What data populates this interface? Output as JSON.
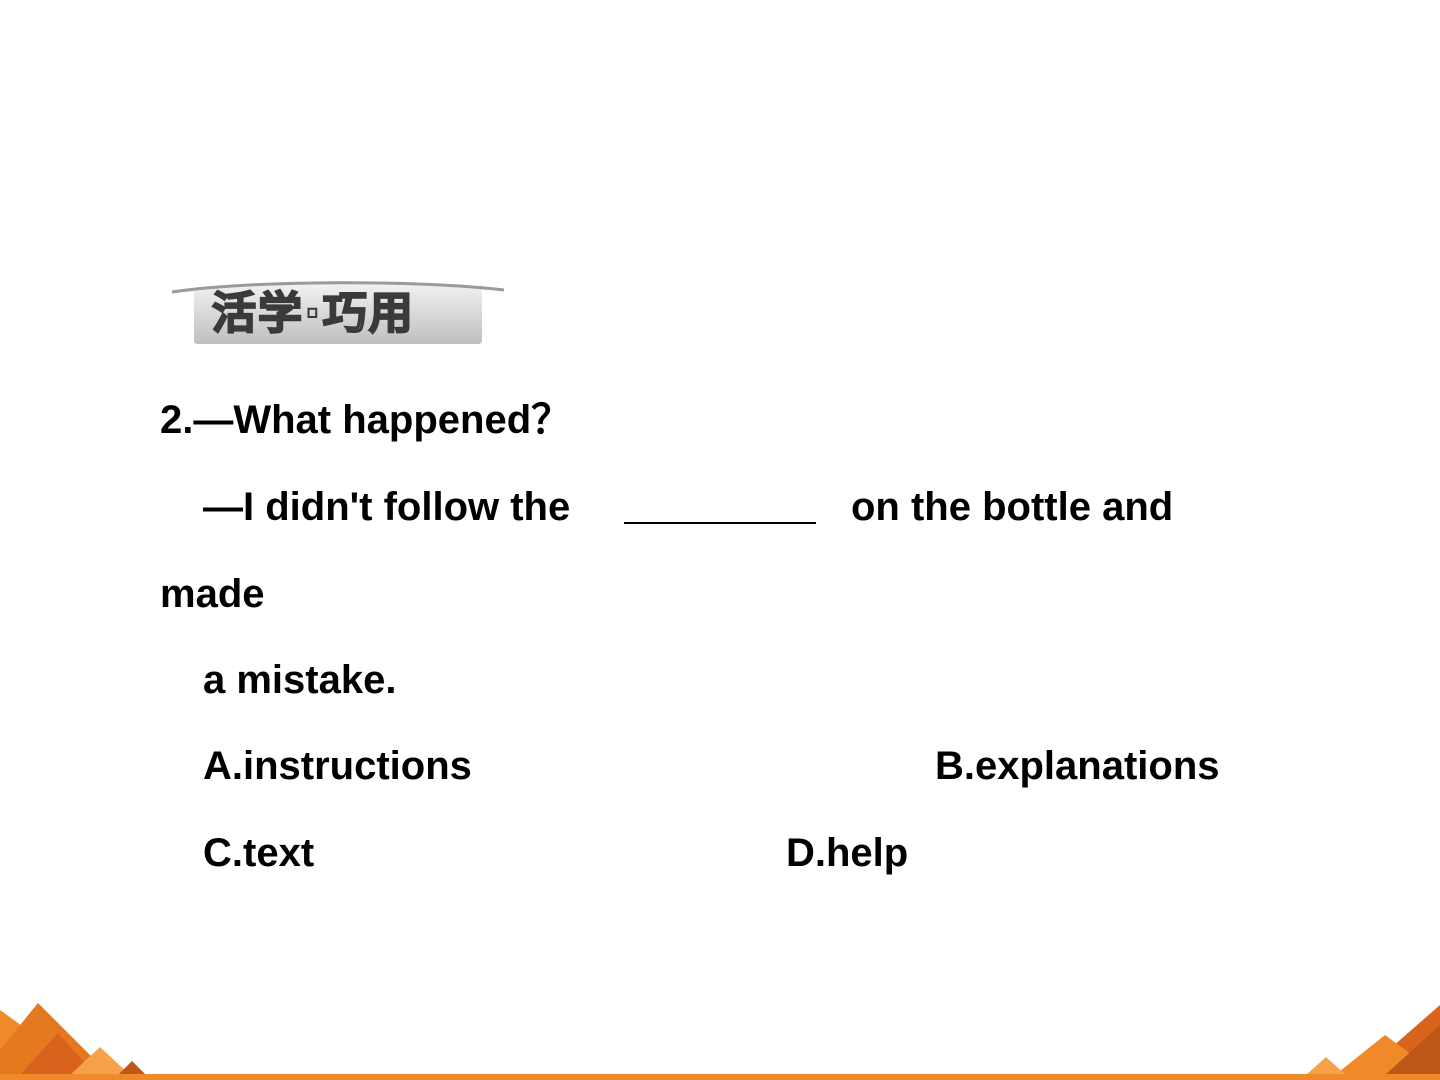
{
  "banner": {
    "label": "活学·巧用"
  },
  "question": {
    "line1": "2.—What happened？",
    "line2_before": "—I didn't follow the",
    "line2_after": "on the bottle and",
    "line3": "made",
    "line4": "a mistake."
  },
  "options": {
    "a": "A.instructions",
    "b": "B.explanations",
    "c": "C.text",
    "d": "D.help"
  },
  "colors": {
    "accent_orange": "#f0892a",
    "accent_dark_orange": "#d9621c",
    "banner_gray": "#c8c8c8"
  }
}
